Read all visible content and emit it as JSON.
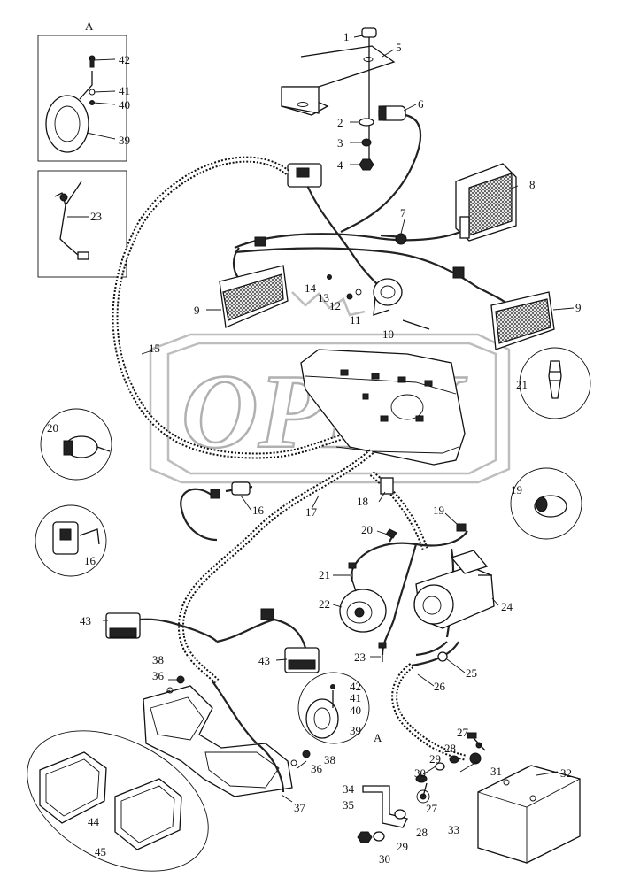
{
  "watermark": {
    "text": "OPEX"
  },
  "section_labels": {
    "inset_top": "A",
    "inset_bottom": "A"
  },
  "callouts": [
    {
      "id": "c1",
      "label": "1"
    },
    {
      "id": "c2",
      "label": "2"
    },
    {
      "id": "c3",
      "label": "3"
    },
    {
      "id": "c4",
      "label": "4"
    },
    {
      "id": "c5",
      "label": "5"
    },
    {
      "id": "c6",
      "label": "6"
    },
    {
      "id": "c7",
      "label": "7"
    },
    {
      "id": "c8",
      "label": "8"
    },
    {
      "id": "c9a",
      "label": "9"
    },
    {
      "id": "c9b",
      "label": "9"
    },
    {
      "id": "c10",
      "label": "10"
    },
    {
      "id": "c11",
      "label": "11"
    },
    {
      "id": "c12",
      "label": "12"
    },
    {
      "id": "c13",
      "label": "13"
    },
    {
      "id": "c14",
      "label": "14"
    },
    {
      "id": "c15",
      "label": "15"
    },
    {
      "id": "c16a",
      "label": "16"
    },
    {
      "id": "c16b",
      "label": "16"
    },
    {
      "id": "c17",
      "label": "17"
    },
    {
      "id": "c18",
      "label": "18"
    },
    {
      "id": "c19a",
      "label": "19"
    },
    {
      "id": "c19b",
      "label": "19"
    },
    {
      "id": "c20a",
      "label": "20"
    },
    {
      "id": "c20b",
      "label": "20"
    },
    {
      "id": "c21a",
      "label": "21"
    },
    {
      "id": "c21b",
      "label": "21"
    },
    {
      "id": "c22",
      "label": "22"
    },
    {
      "id": "c23a",
      "label": "23"
    },
    {
      "id": "c23b",
      "label": "23"
    },
    {
      "id": "c24",
      "label": "24"
    },
    {
      "id": "c25",
      "label": "25"
    },
    {
      "id": "c26",
      "label": "26"
    },
    {
      "id": "c27a",
      "label": "27"
    },
    {
      "id": "c27b",
      "label": "27"
    },
    {
      "id": "c28a",
      "label": "28"
    },
    {
      "id": "c28b",
      "label": "28"
    },
    {
      "id": "c29a",
      "label": "29"
    },
    {
      "id": "c29b",
      "label": "29"
    },
    {
      "id": "c30a",
      "label": "30"
    },
    {
      "id": "c30b",
      "label": "30"
    },
    {
      "id": "c31",
      "label": "31"
    },
    {
      "id": "c32",
      "label": "32"
    },
    {
      "id": "c33",
      "label": "33"
    },
    {
      "id": "c34",
      "label": "34"
    },
    {
      "id": "c35",
      "label": "35"
    },
    {
      "id": "c36a",
      "label": "36"
    },
    {
      "id": "c36b",
      "label": "36"
    },
    {
      "id": "c37",
      "label": "37"
    },
    {
      "id": "c38a",
      "label": "38"
    },
    {
      "id": "c38b",
      "label": "38"
    },
    {
      "id": "c39a",
      "label": "39"
    },
    {
      "id": "c39b",
      "label": "39"
    },
    {
      "id": "c40a",
      "label": "40"
    },
    {
      "id": "c40b",
      "label": "40"
    },
    {
      "id": "c41a",
      "label": "41"
    },
    {
      "id": "c41b",
      "label": "41"
    },
    {
      "id": "c42a",
      "label": "42"
    },
    {
      "id": "c42b",
      "label": "42"
    },
    {
      "id": "c43a",
      "label": "43"
    },
    {
      "id": "c43b",
      "label": "43"
    },
    {
      "id": "c44",
      "label": "44"
    },
    {
      "id": "c45",
      "label": "45"
    }
  ]
}
